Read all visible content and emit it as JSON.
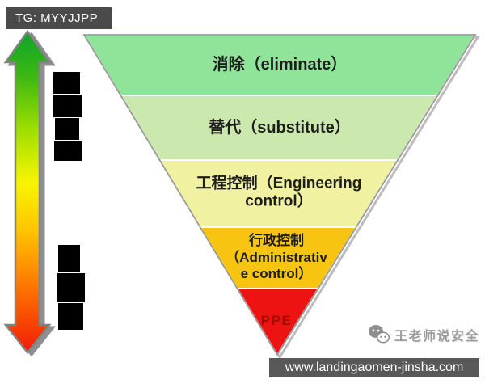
{
  "tag": {
    "label": "TG: MYYJJPP",
    "bg_color": "#4a4a4a",
    "text_color": "#ffffff"
  },
  "pyramid": {
    "type": "inverted-pyramid-hierarchy-of-controls",
    "outline_color": "#9a9a9a",
    "separator_color": "#ffffff",
    "levels": [
      {
        "id": "eliminate",
        "label": "消除（eliminate）",
        "color": "#8fe49a"
      },
      {
        "id": "substitute",
        "label": "替代（substitute）",
        "color": "#cbe9ae"
      },
      {
        "id": "engineering-control",
        "label": "工程控制（Engineering\ncontrol）",
        "color": "#f0f2a2"
      },
      {
        "id": "administrative-control",
        "label": "行政控制\n（Administrativ\ne control）",
        "color": "#f6c411"
      },
      {
        "id": "ppe",
        "label": "PPE",
        "color": "#ee1313",
        "label_color": "#a30d05"
      }
    ]
  },
  "effectiveness_arrow": {
    "icon": "double-headed-vertical-arrow-icon",
    "gradient_top_to_bottom": [
      "#0fa32c",
      "#3cb813",
      "#9ade00",
      "#f8f500",
      "#ffc400",
      "#ff7300",
      "#f21b07"
    ],
    "border_color": "#828282"
  },
  "redacted_labels": {
    "upper_block_count": 4,
    "lower_block_count": 3,
    "color": "#000000"
  },
  "watermark": {
    "icon": "wechat-icon",
    "text": "王老师说安全",
    "text_color": "#9c9c9c"
  },
  "footer": {
    "url": "www.landingaomen-jinsha.com",
    "bg_color": "#595959",
    "text_color": "#ffffff"
  }
}
